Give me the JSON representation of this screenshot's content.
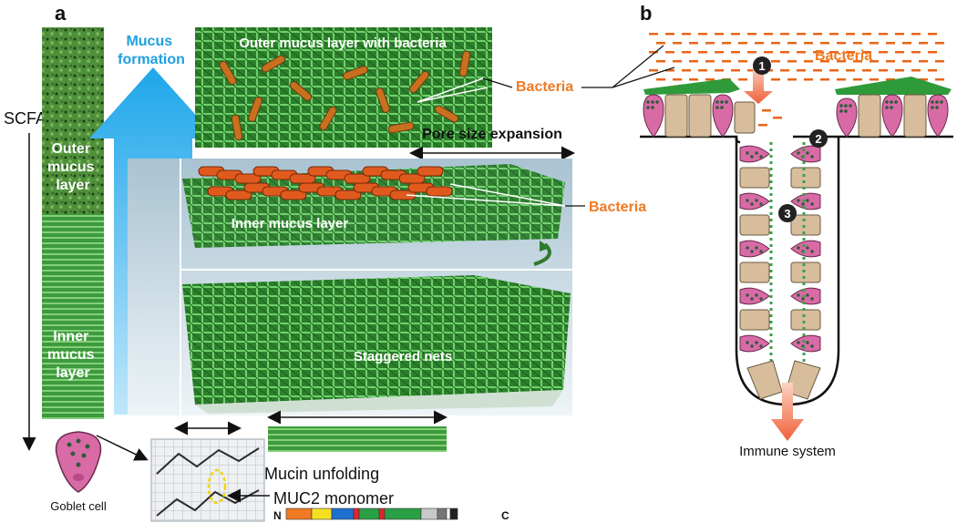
{
  "panel_a": {
    "letter": "a",
    "scfa_label": "SCFA",
    "strip_outer": [
      "Outer",
      "mucus",
      "layer"
    ],
    "strip_inner": [
      "Inner",
      "mucus",
      "layer"
    ],
    "mucus_formation": [
      "Mucus",
      "formation"
    ],
    "outer_layer_title": "Outer mucus layer with bacteria",
    "bacteria_label_1": "Bacteria",
    "pore_size_expansion": "Pore size expansion",
    "inner_layer_title": "Inner mucus layer",
    "bacteria_label_2": "Bacteria",
    "staggered_nets": "Staggered nets",
    "goblet_cell": "Goblet cell",
    "mucin_unfolding": "Mucin unfolding",
    "muc2_monomer": "MUC2 monomer",
    "n_terminus": "N",
    "c_terminus": "C",
    "muc2_domains": [
      {
        "color": "#f07a22",
        "w": 28
      },
      {
        "color": "#f5e020",
        "w": 22
      },
      {
        "color": "#1e6fd0",
        "w": 24
      },
      {
        "color": "#e0262c",
        "w": 6
      },
      {
        "color": "#2aa046",
        "w": 22
      },
      {
        "color": "#e0262c",
        "w": 6
      },
      {
        "color": "#2aa046",
        "w": 40
      },
      {
        "color": "#c8c8c8",
        "w": 18
      },
      {
        "color": "#777777",
        "w": 10
      },
      {
        "color": "#ffffff",
        "w": 4
      },
      {
        "color": "#222222",
        "w": 8
      }
    ]
  },
  "panel_b": {
    "letter": "b",
    "bacteria_label": "Bacteria",
    "immune_system": "Immune system",
    "step_markers": [
      "1",
      "2",
      "3"
    ]
  },
  "colors": {
    "accent_orange": "#ee7a22",
    "accent_blue": "#1f9fe0",
    "mucus_green": "#2f8f2f",
    "goblet_pink": "#d86aa6",
    "enterocyte_tan": "#d7bd9b"
  }
}
